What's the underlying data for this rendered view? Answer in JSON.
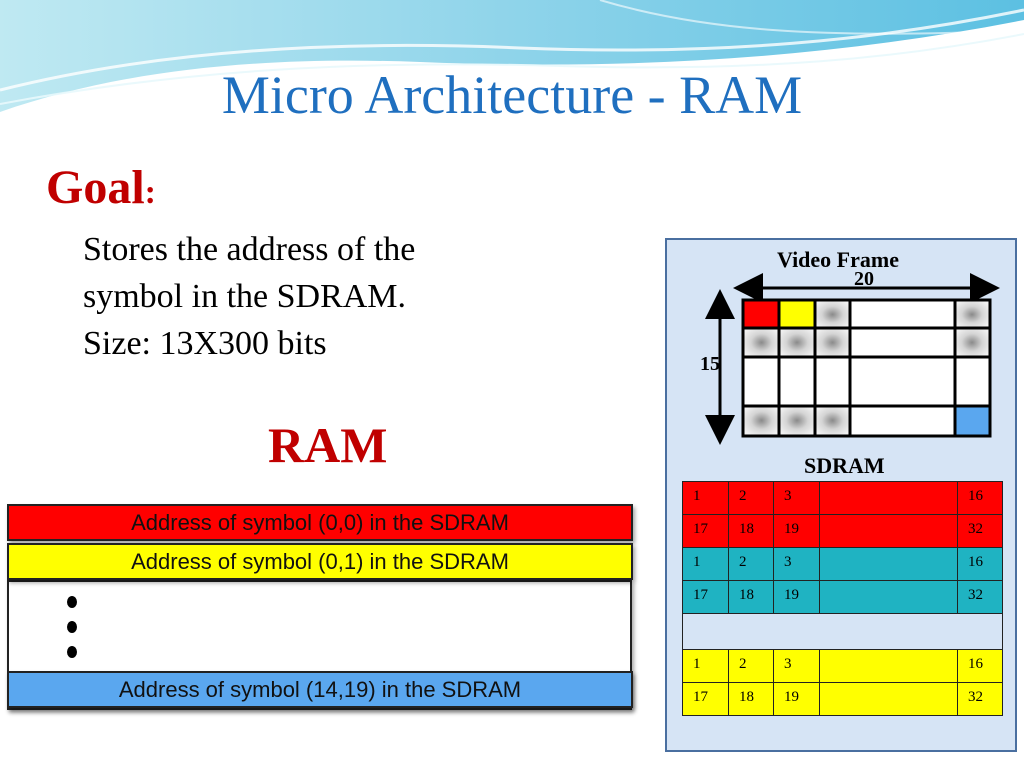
{
  "slide": {
    "title": "Micro Architecture - RAM",
    "goal_heading": "Goal",
    "goal_colon": ":",
    "goal_lines": [
      "Stores the address of the",
      "symbol in the SDRAM.",
      "Size: 13X300 bits"
    ],
    "ram_heading": "RAM"
  },
  "ram_rows": [
    "Address of symbol (0,0)  in the SDRAM",
    "Address of symbol (0,1)  in the SDRAM",
    "Address of symbol (14,19) in the SDRAM"
  ],
  "video_frame": {
    "title": "Video Frame",
    "width_label": "20",
    "height_label": "15"
  },
  "sdram": {
    "title": "SDRAM",
    "rows": [
      {
        "color": "red",
        "cells": [
          "1",
          "2",
          "3",
          "",
          "16"
        ]
      },
      {
        "color": "red",
        "cells": [
          "17",
          "18",
          "19",
          "",
          "32"
        ]
      },
      {
        "color": "teal",
        "cells": [
          "1",
          "2",
          "3",
          "",
          "16"
        ]
      },
      {
        "color": "teal",
        "cells": [
          "17",
          "18",
          "19",
          "",
          "32"
        ]
      },
      {
        "color": "blank",
        "cells": []
      },
      {
        "color": "yellow",
        "cells": [
          "1",
          "2",
          "3",
          "",
          "16"
        ]
      },
      {
        "color": "yellow",
        "cells": [
          "17",
          "18",
          "19",
          "",
          "32"
        ]
      }
    ]
  },
  "colors": {
    "title_blue": "#1f6fbf",
    "heading_red": "#c00000",
    "red": "#ff0000",
    "yellow": "#ffff00",
    "blue": "#5aa7ef",
    "teal": "#1fb3c2",
    "panel": "#d6e4f5"
  }
}
